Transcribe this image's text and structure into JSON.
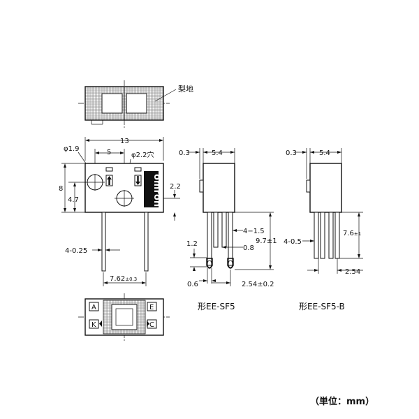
{
  "top_view": {
    "note": "梨地"
  },
  "front_view": {
    "width_dim": "13",
    "pitch_dim": "5",
    "hole1_label": "φ1.9",
    "hole2_label": "φ2.2穴",
    "height_dim": "8",
    "hole_height_dim": "4.7",
    "hole2_offset_dim": "2.2",
    "lead_dim": "4-0.25",
    "lead_pitch_value": "7.62",
    "lead_pitch_tol": "±0.3",
    "logo": "omron"
  },
  "bottom_view": {
    "terminals": [
      "A",
      "E",
      "K",
      "C"
    ]
  },
  "side_view_sf5": {
    "dim_left": "0.3",
    "dim_width": "5.4",
    "dim_lead_width": "4−1.5",
    "dim_height_value": "9.7",
    "dim_height_tol": "±1",
    "dim_12": "1.2",
    "dim_08": "0.8",
    "dim_06": "0.6",
    "dim_pitch_value": "2.54",
    "dim_pitch_tol": "±0.2",
    "caption": "形EE-SF5"
  },
  "side_view_sf5b": {
    "dim_left": "0.3",
    "dim_width": "5.4",
    "dim_lead": "4-0.5",
    "dim_height_value": "7.6",
    "dim_height_tol": "±1",
    "dim_pitch": "2.54",
    "caption": "形EE-SF5-B"
  },
  "unit_note": "（単位：mm）",
  "icons": [
    "arrow-up-icon",
    "arrow-down-icon"
  ]
}
